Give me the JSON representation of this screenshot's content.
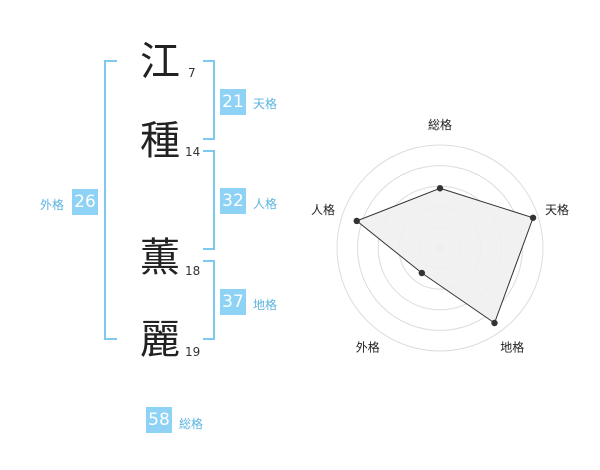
{
  "name": {
    "chars": [
      {
        "char": "江",
        "strokes": "7"
      },
      {
        "char": "種",
        "strokes": "14"
      },
      {
        "char": "薫",
        "strokes": "18"
      },
      {
        "char": "麗",
        "strokes": "19"
      }
    ]
  },
  "kakusu": {
    "tenkaku": {
      "value": "21",
      "label": "天格"
    },
    "jinkaku": {
      "value": "32",
      "label": "人格"
    },
    "chikaku": {
      "value": "37",
      "label": "地格"
    },
    "gaikaku": {
      "value": "26",
      "label": "外格"
    },
    "soukaku": {
      "value": "58",
      "label": "総格"
    }
  },
  "chart_data": {
    "type": "radar",
    "axes": [
      "総格",
      "天格",
      "地格",
      "外格",
      "人格"
    ],
    "values": [
      0.58,
      0.95,
      0.9,
      0.3,
      0.85
    ],
    "range": [
      0,
      1
    ],
    "fill_color": "#f0f0f0",
    "line_color": "#333333"
  },
  "colors": {
    "accent": "#8ed2f5",
    "label": "#5ab4e0",
    "bracket": "#7ec9ef"
  }
}
